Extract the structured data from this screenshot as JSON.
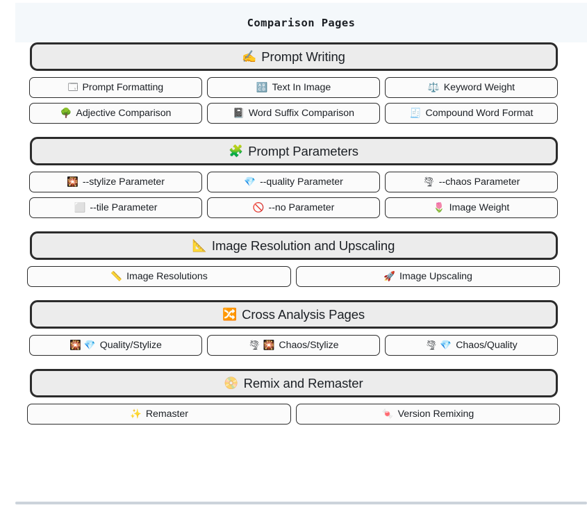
{
  "banner": {
    "title": "Comparison Pages"
  },
  "sections": [
    {
      "id": "prompt-writing",
      "header": {
        "icon": "✍️",
        "icon_name": "writing-hand-icon",
        "label": "Prompt Writing"
      },
      "columns": 3,
      "rows": [
        [
          {
            "icons": [
              "🗔"
            ],
            "icon_names": [
              "window-icon"
            ],
            "label": "Prompt Formatting"
          },
          {
            "icons": [
              "🔠"
            ],
            "icon_names": [
              "input-latin-uppercase-icon"
            ],
            "label": "Text In Image"
          },
          {
            "icons": [
              "⚖️"
            ],
            "icon_names": [
              "balance-scale-icon"
            ],
            "label": "Keyword Weight"
          }
        ],
        [
          {
            "icons": [
              "🌳"
            ],
            "icon_names": [
              "tree-icon"
            ],
            "label": "Adjective Comparison"
          },
          {
            "icons": [
              "📓"
            ],
            "icon_names": [
              "notebook-icon"
            ],
            "label": "Word Suffix Comparison"
          },
          {
            "icons": [
              "🧾"
            ],
            "icon_names": [
              "receipt-icon"
            ],
            "label": "Compound Word Format"
          }
        ]
      ]
    },
    {
      "id": "prompt-parameters",
      "header": {
        "icon": "🧩",
        "icon_name": "puzzle-piece-icon",
        "label": "Prompt Parameters"
      },
      "columns": 3,
      "rows": [
        [
          {
            "icons": [
              "🎇"
            ],
            "icon_names": [
              "firework-sparkler-icon"
            ],
            "label": "--stylize Parameter"
          },
          {
            "icons": [
              "💎"
            ],
            "icon_names": [
              "gem-icon"
            ],
            "label": "--quality Parameter"
          },
          {
            "icons": [
              "🌪"
            ],
            "icon_names": [
              "tornado-icon"
            ],
            "label": "--chaos Parameter"
          }
        ],
        [
          {
            "icons": [
              "⬜"
            ],
            "icon_names": [
              "white-square-icon"
            ],
            "label": "--tile Parameter"
          },
          {
            "icons": [
              "🚫"
            ],
            "icon_names": [
              "prohibited-icon"
            ],
            "label": "--no Parameter"
          },
          {
            "icons": [
              "🌷"
            ],
            "icon_names": [
              "tulip-icon"
            ],
            "label": "Image Weight"
          }
        ]
      ]
    },
    {
      "id": "image-resolution-and-upscaling",
      "header": {
        "icon": "📐",
        "icon_name": "triangular-ruler-icon",
        "label": "Image Resolution and Upscaling"
      },
      "columns": 2,
      "rows": [
        [
          {
            "icons": [
              "📏"
            ],
            "icon_names": [
              "straight-ruler-icon"
            ],
            "label": "Image Resolutions"
          },
          {
            "icons": [
              "🚀"
            ],
            "icon_names": [
              "rocket-icon"
            ],
            "label": "Image Upscaling"
          }
        ]
      ]
    },
    {
      "id": "cross-analysis-pages",
      "header": {
        "icon": "🔀",
        "icon_name": "shuffle-icon",
        "label": "Cross Analysis Pages"
      },
      "columns": 3,
      "rows": [
        [
          {
            "icons": [
              "🎇",
              "💎"
            ],
            "icon_names": [
              "firework-sparkler-icon",
              "gem-icon"
            ],
            "label": "Quality/Stylize"
          },
          {
            "icons": [
              "🌪",
              "🎇"
            ],
            "icon_names": [
              "tornado-icon",
              "firework-sparkler-icon"
            ],
            "label": "Chaos/Stylize"
          },
          {
            "icons": [
              "🌪",
              "💎"
            ],
            "icon_names": [
              "tornado-icon",
              "gem-icon"
            ],
            "label": "Chaos/Quality"
          }
        ]
      ]
    },
    {
      "id": "remix-and-remaster",
      "header": {
        "icon": "📀",
        "icon_name": "optical-disk-icon",
        "label": "Remix and Remaster"
      },
      "columns": 2,
      "rows": [
        [
          {
            "icons": [
              "✨"
            ],
            "icon_names": [
              "sparkles-icon"
            ],
            "label": "Remaster"
          },
          {
            "icons": [
              "🍬"
            ],
            "icon_names": [
              "candy-icon"
            ],
            "label": "Version Remixing"
          }
        ]
      ]
    }
  ]
}
